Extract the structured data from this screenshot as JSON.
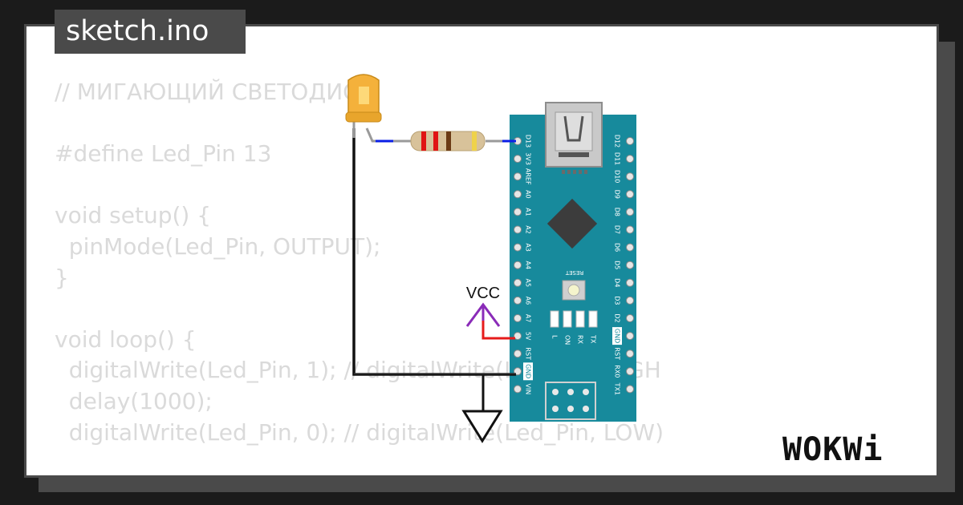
{
  "tab_title": "sketch.ino",
  "code_lines": [
    "// МИГАЮЩИЙ СВЕТОДИОД",
    "",
    "#define Led_Pin 13",
    "",
    "void setup() {",
    "  pinMode(Led_Pin, OUTPUT);",
    "}",
    "",
    "void loop() {",
    "  digitalWrite(Led_Pin, 1); // digitalWrite(Led_Pin, HIGH",
    "  delay(1000);",
    "  digitalWrite(Led_Pin, 0); // digitalWrite(Led_Pin, LOW)"
  ],
  "board": {
    "left_pins": [
      "D13",
      "3V3",
      "AREF",
      "A0",
      "A1",
      "A2",
      "A3",
      "A4",
      "A5",
      "A6",
      "A7",
      "5V",
      "RST",
      "GND",
      "VIN"
    ],
    "right_pins": [
      "D12",
      "D11",
      "D10",
      "D9",
      "D8",
      "D7",
      "D6",
      "D5",
      "D4",
      "D3",
      "D2",
      "GND",
      "RST",
      "RX0",
      "TX1"
    ],
    "reset_label": "RESET",
    "led_labels": [
      "L",
      "ON",
      "RX",
      "TX"
    ],
    "color": "#178a9c"
  },
  "vcc_label": "VCC",
  "logo_text": "WOKWi",
  "icons": [
    "led-icon",
    "resistor-icon",
    "vcc-symbol-icon",
    "ground-symbol-icon"
  ]
}
